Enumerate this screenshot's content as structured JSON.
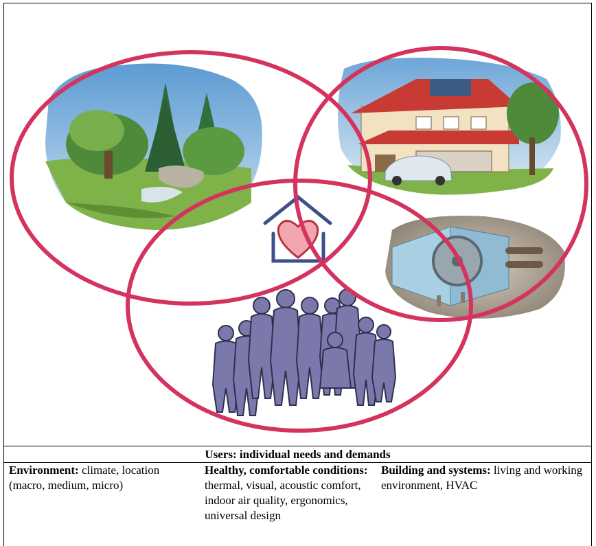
{
  "table": {
    "users_row": "Users: individual needs and demands",
    "cells": [
      {
        "label": "Environment:",
        "text": "climate, location (macro, medium, micro)"
      },
      {
        "label": "Healthy, comfortable conditions:",
        "text": "thermal, visual, acoustic comfort, indoor air quality, ergonomics, universal design"
      },
      {
        "label": "Building and systems:",
        "text": "living and working environment, HVAC"
      }
    ]
  },
  "diagram": {
    "ring_color": "#d4335e",
    "figure_color": "#7b79ab",
    "icons": [
      "landscape-illustration",
      "house-illustration",
      "hvac-unit-illustration",
      "people-silhouettes",
      "heart-house-icon"
    ]
  }
}
